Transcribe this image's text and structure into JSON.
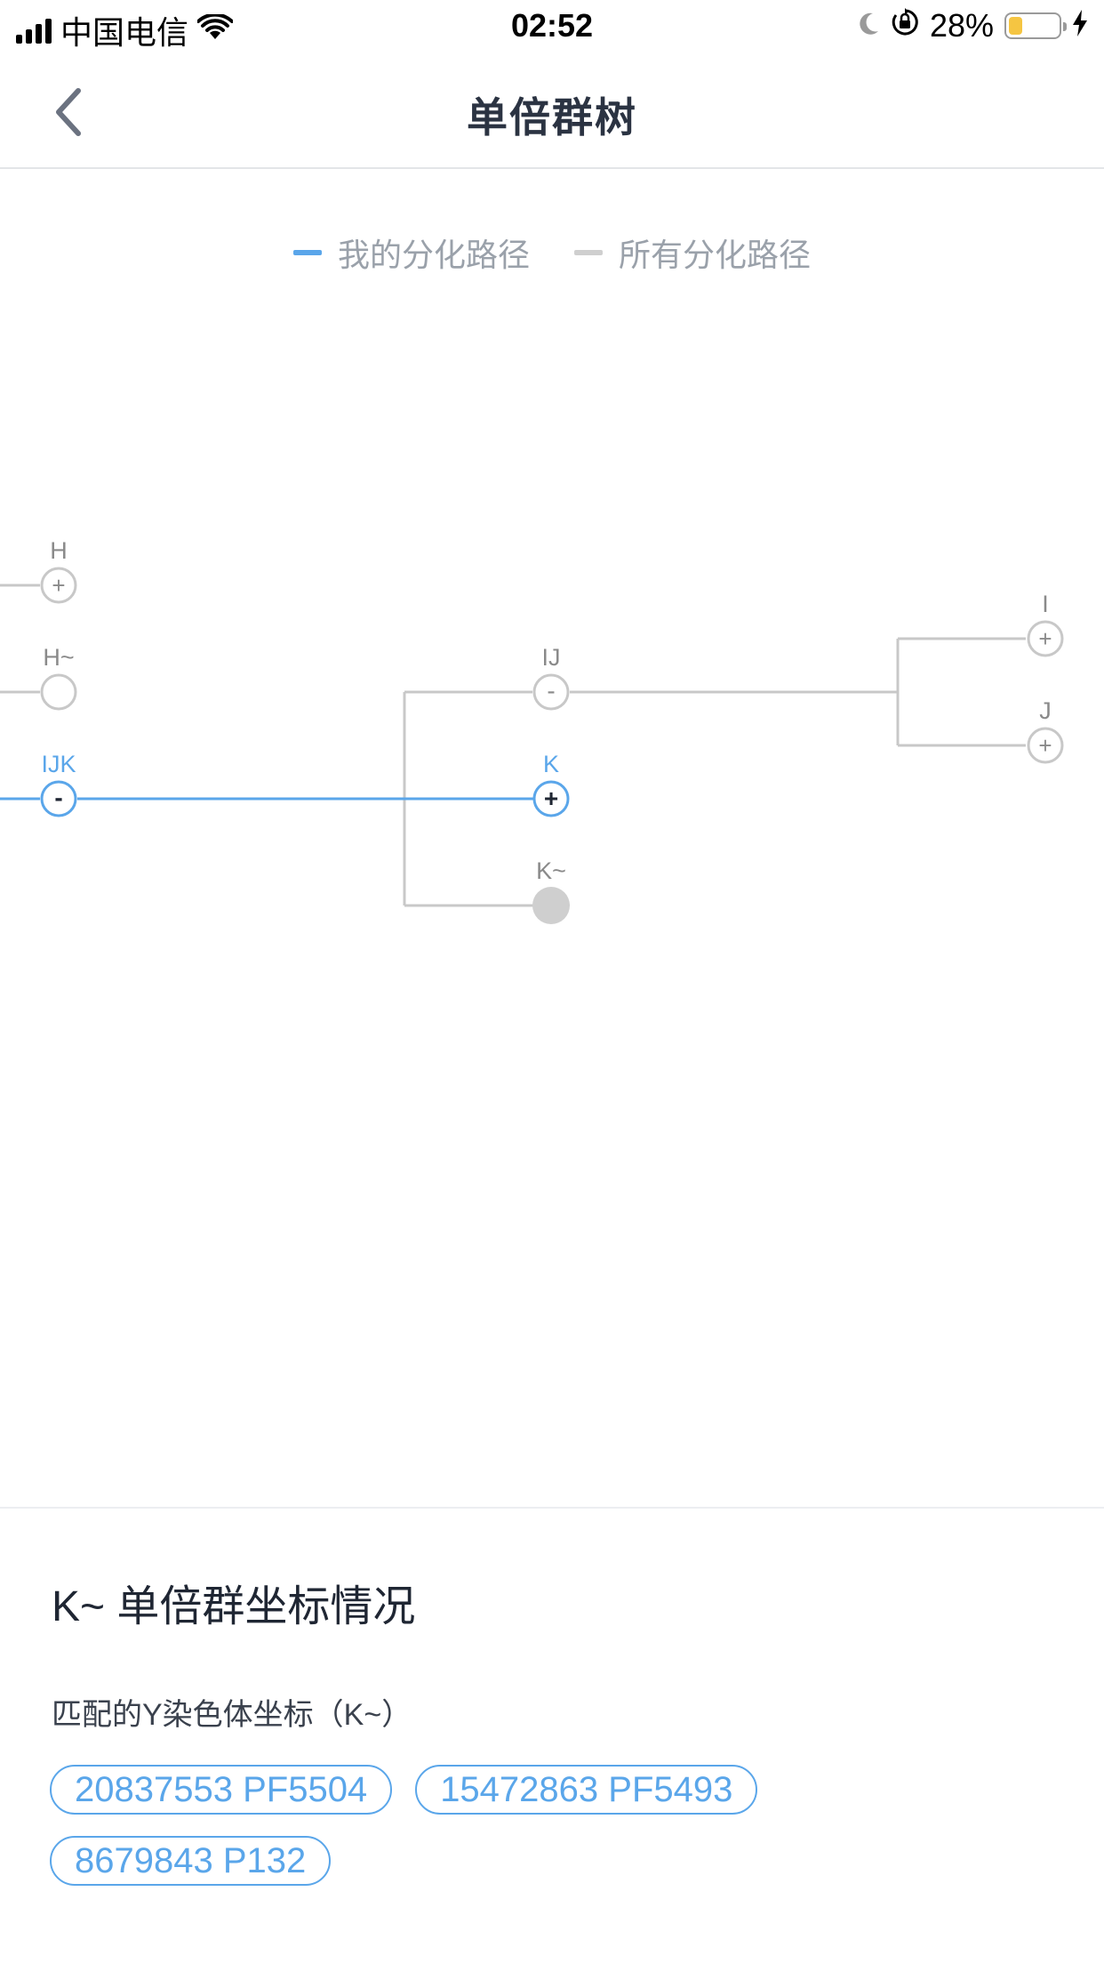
{
  "status_bar": {
    "carrier": "中国电信",
    "time": "02:52",
    "battery": "28%",
    "battery_level": 0.28,
    "icons": [
      "signal-icon",
      "wifi-icon",
      "moon-icon",
      "orientation-lock-icon",
      "battery-icon",
      "charging-icon"
    ]
  },
  "nav": {
    "title": "单倍群树",
    "back_icon": "chevron-left-icon"
  },
  "legend": {
    "mine": "我的分化路径",
    "all": "所有分化路径"
  },
  "colors": {
    "accent": "#5aa6ea",
    "gray_line": "#c8c8c8",
    "text_dark": "#1f2633",
    "node_gray": "#cfcfcf"
  },
  "tree": {
    "nodes": {
      "H": {
        "label": "H",
        "sign": "+"
      },
      "H_tilde": {
        "label": "H~",
        "sign": ""
      },
      "IJK": {
        "label": "IJK",
        "sign": "-"
      },
      "IJ": {
        "label": "IJ",
        "sign": "-"
      },
      "K": {
        "label": "K",
        "sign": "+"
      },
      "K_tilde": {
        "label": "K~",
        "sign": ""
      },
      "I": {
        "label": "I",
        "sign": "+"
      },
      "J": {
        "label": "J",
        "sign": "+"
      }
    },
    "my_path": [
      "IJK",
      "K"
    ],
    "selected": "K_tilde"
  },
  "panel": {
    "title": "K~ 单倍群坐标情况",
    "subtitle": "匹配的Y染色体坐标（K~）",
    "coordinates": [
      "20837553 PF5504",
      "15472863 PF5493",
      "8679843 P132"
    ]
  }
}
